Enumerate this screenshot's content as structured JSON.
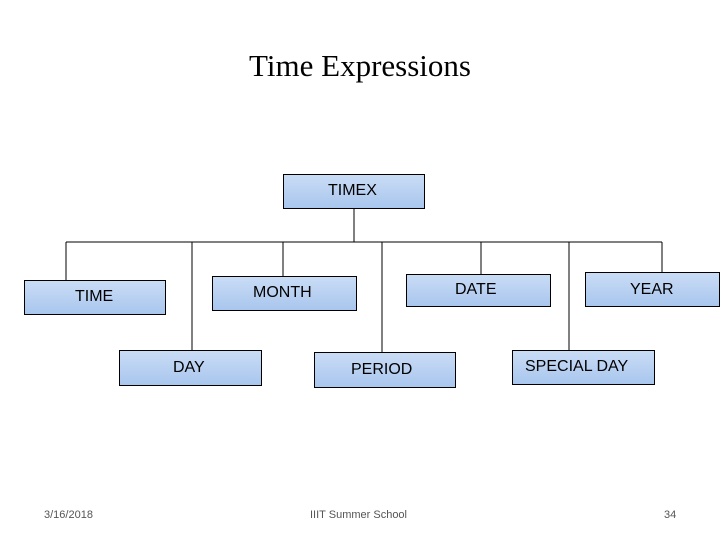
{
  "slide": {
    "title": "Time Expressions",
    "footer_date": "3/16/2018",
    "footer_center": "IIIT Summer School",
    "page_number": "34"
  },
  "diagram": {
    "root": "TIMEX",
    "children": [
      "TIME",
      "MONTH",
      "DATE",
      "YEAR",
      "DAY",
      "PERIOD",
      "SPECIAL DAY"
    ]
  },
  "colors": {
    "box_fill_top": "#c9dcf5",
    "box_fill_bottom": "#a9c6ee",
    "line": "#000000"
  }
}
